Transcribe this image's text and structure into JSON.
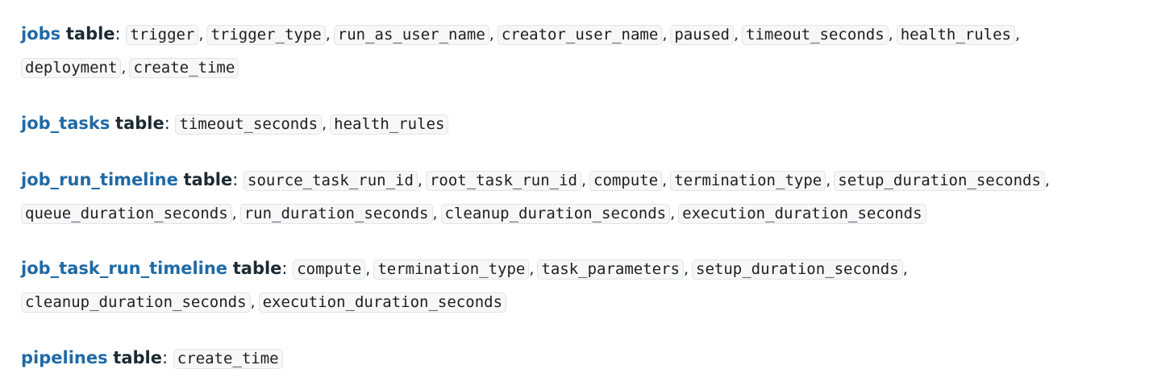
{
  "suffix": "table",
  "colon": ":",
  "sep": ",",
  "entries": [
    {
      "name": "jobs",
      "columns": [
        "trigger",
        "trigger_type",
        "run_as_user_name",
        "creator_user_name",
        "paused",
        "timeout_seconds",
        "health_rules",
        "deployment",
        "create_time"
      ]
    },
    {
      "name": "job_tasks",
      "columns": [
        "timeout_seconds",
        "health_rules"
      ]
    },
    {
      "name": "job_run_timeline",
      "columns": [
        "source_task_run_id",
        "root_task_run_id",
        "compute",
        "termination_type",
        "setup_duration_seconds",
        "queue_duration_seconds",
        "run_duration_seconds",
        "cleanup_duration_seconds",
        "execution_duration_seconds"
      ]
    },
    {
      "name": "job_task_run_timeline",
      "columns": [
        "compute",
        "termination_type",
        "task_parameters",
        "setup_duration_seconds",
        "cleanup_duration_seconds",
        "execution_duration_seconds"
      ]
    },
    {
      "name": "pipelines",
      "columns": [
        "create_time"
      ]
    }
  ]
}
